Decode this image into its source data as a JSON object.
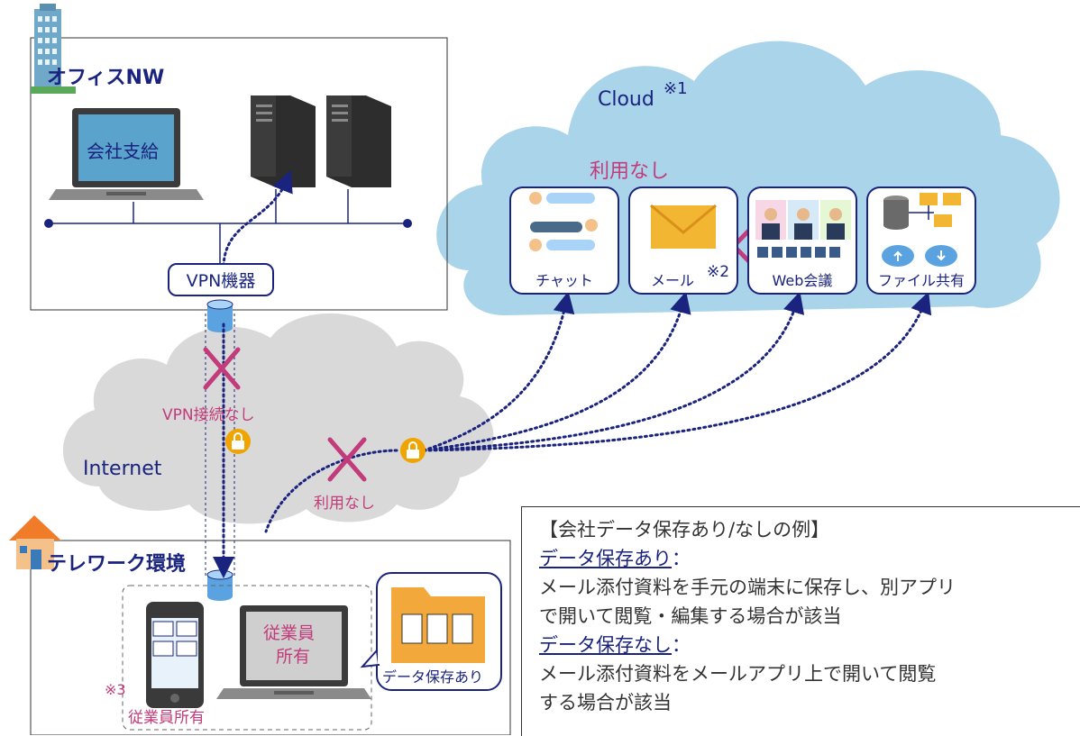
{
  "office": {
    "title": "オフィスNW",
    "laptop_label": "会社支給",
    "vpn_device": "VPN機器"
  },
  "cloud": {
    "title": "Cloud",
    "note_mark": "※1",
    "status": "利用なし",
    "services": [
      {
        "label": "チャット",
        "icon": "chat-icon"
      },
      {
        "label": "メール",
        "icon": "mail-icon",
        "note": "※2"
      },
      {
        "label": "Web会議",
        "icon": "web-meeting-icon"
      },
      {
        "label": "ファイル共有",
        "icon": "file-share-icon"
      }
    ]
  },
  "internet": {
    "title": "Internet",
    "vpn_status": "VPN接続なし",
    "direct_status": "利用なし"
  },
  "telework": {
    "title": "テレワーク環境",
    "pc_label_line1": "従業員",
    "pc_label_line2": "所有",
    "device_group_label": "従業員所有",
    "note_mark": "※3",
    "data_badge": "データ保存あり"
  },
  "note": {
    "heading": "【会社データ保存あり/なしの例】",
    "with_title": "データ保存あり",
    "colon": "：",
    "with_line1": "メール添付資料を手元の端末に保存し、別アプリ",
    "with_line2": "で開いて閲覧・編集する場合が該当",
    "without_title": "データ保存なし",
    "without_line1": "メール添付資料をメールアプリ上で開いて閲覧",
    "without_line2": "する場合が該当"
  },
  "colors": {
    "navy": "#1a237e",
    "cloud_blue": "#a9d4ea",
    "internet_gray": "#d9d9d9",
    "cross_pink": "#c23b7a",
    "lock_orange": "#f0a400"
  }
}
